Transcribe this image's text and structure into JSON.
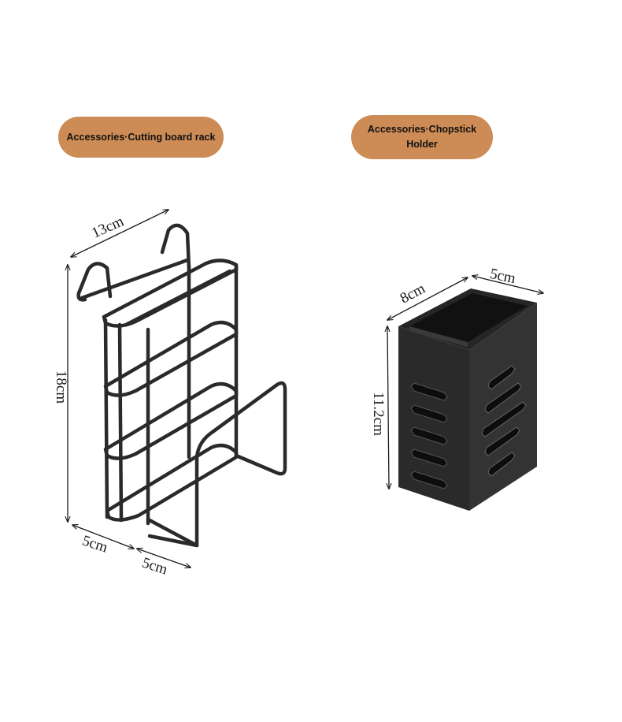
{
  "labels": {
    "cutting_board": "Accessories·Cutting board rack",
    "chopstick_line1": "Accessories·Chopstick",
    "chopstick_line2": "Holder"
  },
  "dimensions": {
    "rack_width": "13cm",
    "rack_height": "18cm",
    "rack_depth_a": "5cm",
    "rack_depth_b": "5cm",
    "holder_width": "8cm",
    "holder_depth": "5cm",
    "holder_height": "11.2cm"
  },
  "colors": {
    "pill": "#cd8b55",
    "product": "#2a2a2a",
    "line": "#1a1a1a"
  },
  "icons": {
    "cutting_board_rack": "cutting-board-rack-image",
    "chopstick_holder": "chopstick-holder-image"
  }
}
